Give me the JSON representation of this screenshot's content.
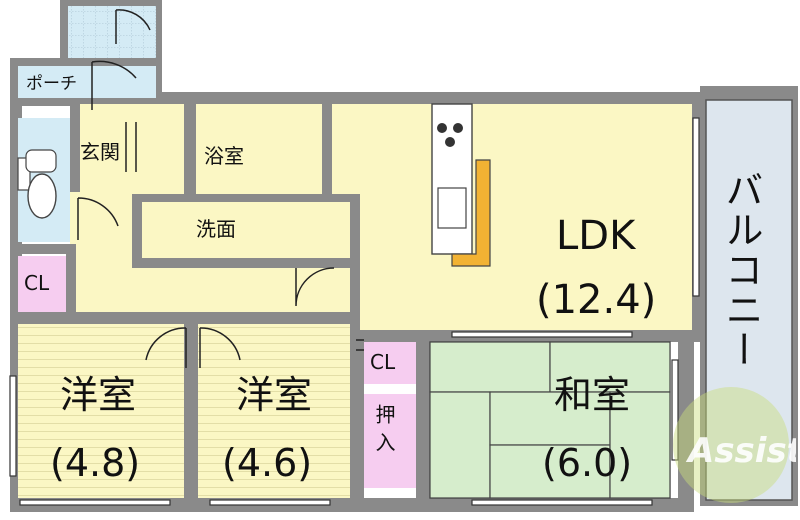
{
  "rooms": {
    "porch": "ポーチ",
    "entrance": "玄関",
    "bath": "浴室",
    "washroom": "洗面",
    "ldk_name": "LDK",
    "ldk_size": "(12.4)",
    "balcony": "バルコニー",
    "closet_left": "CL",
    "closet_center": "CL",
    "western1_name": "洋室",
    "western1_size": "(4.8)",
    "western2_name": "洋室",
    "western2_size": "(4.6)",
    "storage": "押入",
    "japanese_name": "和室",
    "japanese_size": "(6.0)"
  },
  "watermark": "Assist",
  "colors": {
    "wall": "#8a8a8a",
    "ldk_floor": "#fbf7c4",
    "wet_area": "#d4ebf5",
    "closet": "#f6cdf0",
    "western_floor": "#fbf7c4",
    "tatami": "#d6edcc",
    "balcony": "#dde6ee",
    "kitchen_counter": "#f2b233",
    "watermark": "#c9de7a"
  }
}
